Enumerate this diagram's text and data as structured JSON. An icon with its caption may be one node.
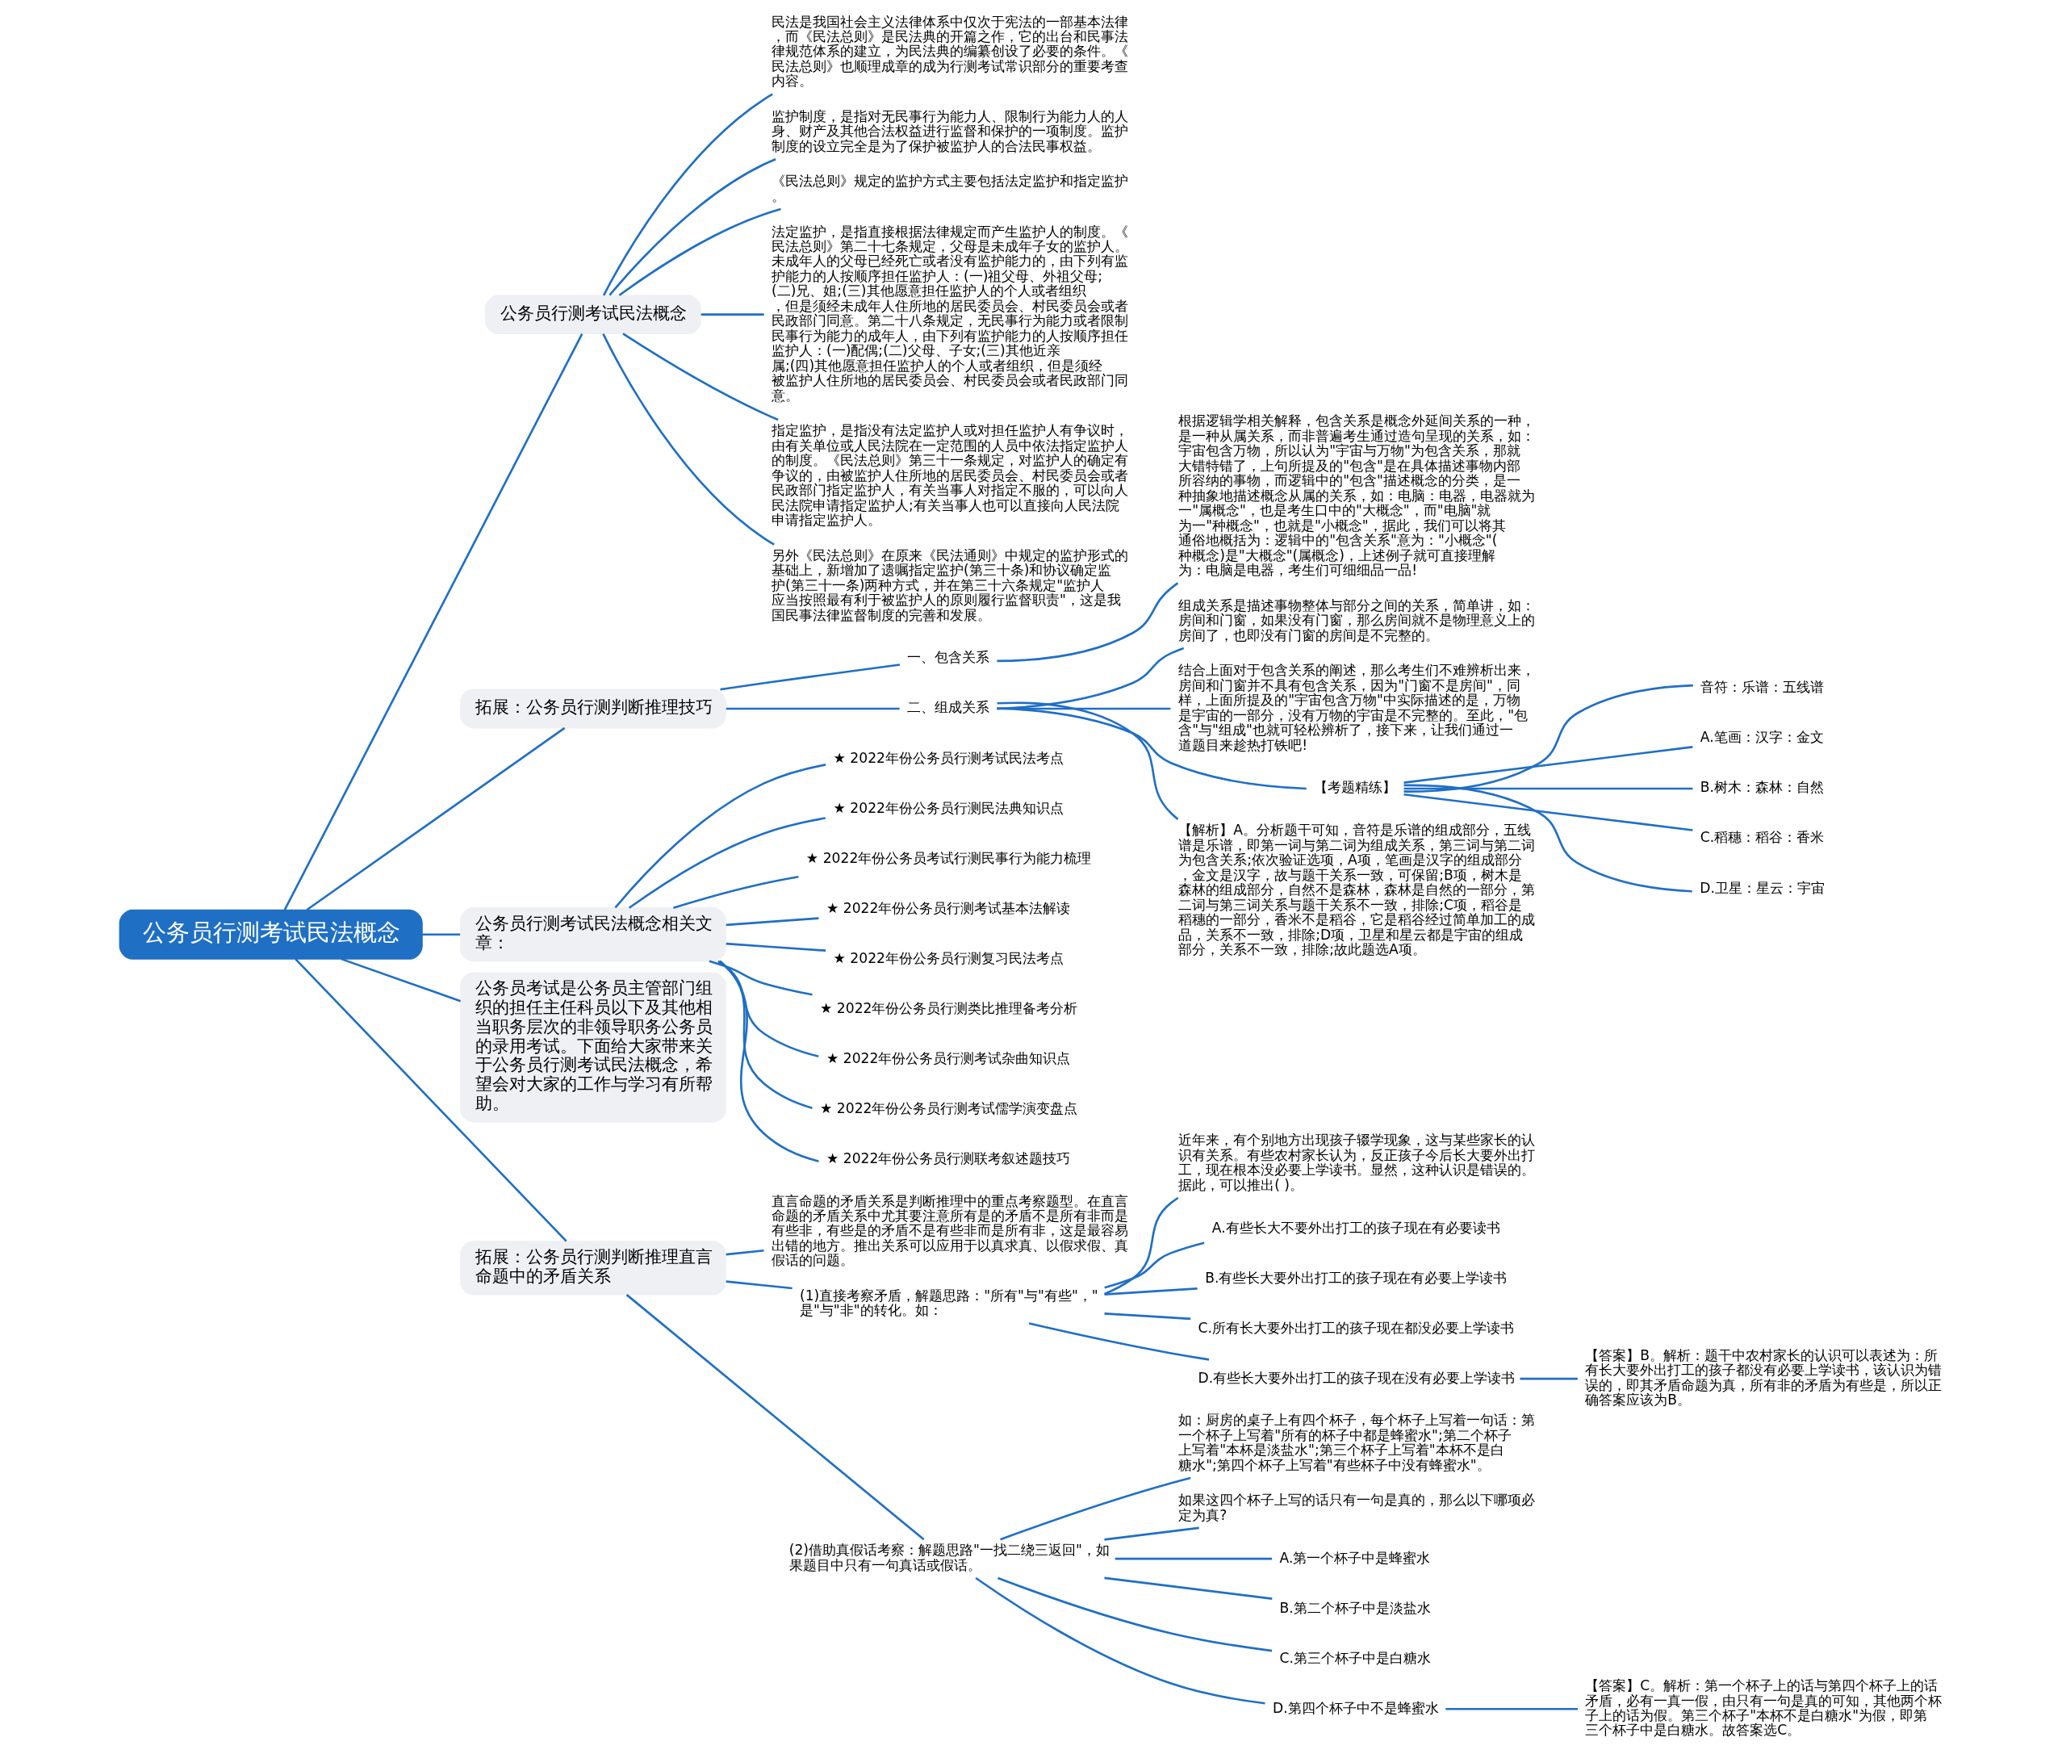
{
  "diagram": {
    "nodes": [
      {
        "text": [
          "公务员行测考试民法概念"
        ]
      },
      {
        "text": [
          "公务员行测考试民法概念"
        ]
      },
      {
        "text": [
          "民法是我国社会主义法律体系中仅次于宪法的一部基本法律，而《民法总则》是民法典的开篇之作，它的出台和民事法律规范体系的建立，为民法典的编纂创设了必要的条件。《民法总则》也顺理成章的成为行测考试常识部分的重要考查内容。"
        ]
      },
      {
        "text": [
          "监护制度，是指对无民事行为能力人、限制行为能力人的人身、财产及其他合法权益进行监督和保护的一项制度。监护制度的设立完全是为了保护被监护人的合法民事权益。"
        ]
      },
      {
        "text": [
          "《民法总则》规定的监护方式主要包括法定监护和指定监护。"
        ]
      },
      {
        "text": [
          "法定监护，是指直接根据法律规定而产生监护人的制度。《民法总则》第二十七条规定，父母是未成年子女的监护人。未成年人的父母已经死亡或者没有监护能力的，由下列有监护能力的人按顺序担任监护人：(一)祖父母、外祖父母;(二)兄、姐;(三)其他愿意担任监护人的个人或者组织，但是须经未成年人住所地的居民委员会、村民委员会或者民政部门同意。第二十八条规定，无民事行为能力或者限制民事行为能力的成年人，由下列有监护能力的人按顺序担任监护人：(一)配偶;(二)父母、子女;(三)其他近亲属;(四)其他愿意担任监护人的个人或者组织，但是须经被监护人住所地的居民委员会、村民委员会或者民政部门同意。"
        ]
      },
      {
        "text": [
          "指定监护，是指没有法定监护人或对担任监护人有争议时，由有关单位或人民法院在一定范围的人员中依法指定监护人的制度。《民法总则》第三十一条规定，对监护人的确定有争议的，由被监护人住所地的居民委员会、村民委员会或者民政部门指定监护人，有关当事人对指定不服的，可以向人民法院申请指定监护人;有关当事人也可以直接向人民法院申请指定监护人。"
        ]
      },
      {
        "text": [
          "另外《民法总则》在原来《民法通则》中规定的监护形式的基础上，新增加了遗嘱指定监护(第三十条)和协议确定监护(第三十一条)两种方式，并在第三十六条规定\"监护人应当按照最有利于被监护人的原则履行监督职责\"，这是我国民事法律监督制度的完善和发展。"
        ]
      },
      {
        "text": [
          "拓展：公务员行测判断推理技巧"
        ]
      },
      {
        "text": [
          "一、包含关系"
        ]
      },
      {
        "text": [
          "根据逻辑学相关解释，包含关系是概念外延间关系的一种，是一种从属关系，而非普遍考生通过造句呈现的关系，如：宇宙包含万物，所以认为\"宇宙与万物\"为包含关系，那就大错特错了，上句所提及的\"包含\"是在具体描述事物内部所容纳的事物，而逻辑中的\"包含\"描述概念的分类，是一种抽象地描述概念从属的关系，如：电脑：电器，电器就为一\"属概念\"，也是考生口中的\"大概念\"，而\"电脑\"就为一\"种概念\"，也就是\"小概念\"，据此，我们可以将其通俗地概括为：逻辑中的\"包含关系\"意为：\"小概念\"(种概念)是\"大概念\"(属概念)，上述例子就可直接理解为：电脑是电器，考生们可细细品一品!"
        ]
      },
      {
        "text": [
          "二、组成关系"
        ]
      },
      {
        "text": [
          "组成关系是描述事物整体与部分之间的关系，简单讲，如：房间和门窗，如果没有门窗，那么房间就不是物理意义上的房间了，也即没有门窗的房间是不完整的。"
        ]
      },
      {
        "text": [
          "结合上面对于包含关系的阐述，那么考生们不难辨析出来，房间和门窗并不具有包含关系，因为\"门窗不是房间\"，同样，上面所提及的\"宇宙包含万物\"中实际描述的是，万物是宇宙的一部分，没有万物的宇宙是不完整的。至此，\"包含\"与\"组成\"也就可轻松辨析了，接下来，让我们通过一道题目来趁热打铁吧!"
        ]
      },
      {
        "text": [
          "【考题精练】"
        ]
      },
      {
        "text": [
          "音符：乐谱：五线谱"
        ]
      },
      {
        "text": [
          "A.笔画：汉字：金文"
        ]
      },
      {
        "text": [
          "B.树木：森林：自然"
        ]
      },
      {
        "text": [
          "C.稻穗：稻谷：香米"
        ]
      },
      {
        "text": [
          "D.卫星：星云：宇宙"
        ]
      },
      {
        "text": [
          "【解析】A。分析题干可知，音符是乐谱的组成部分，五线谱是乐谱，即第一词与第二词为组成关系，第三词与第二词为包含关系;依次验证选项，A项，笔画是汉字的组成部分，金文是汉字，故与题干关系一致，可保留;B项，树木是森林的组成部分，自然不是森林，森林是自然的一部分，第二词与第三词关系与题干关系不一致，排除;C项，稻谷是稻穗的一部分，香米不是稻谷，它是稻谷经过简单加工的成品，关系不一致，排除;D项，卫星和星云都是宇宙的组成部分，关系不一致，排除;故此题选A项。"
        ]
      },
      {
        "text": [
          "公务员行测考试民法概念相关文章："
        ]
      },
      {
        "text": [
          "★ 2022年份公务员行测考试民法考点"
        ]
      },
      {
        "text": [
          "★ 2022年份公务员行测民法典知识点"
        ]
      },
      {
        "text": [
          "★ 2022年份公务员考试行测民事行为能力梳理"
        ]
      },
      {
        "text": [
          "★ 2022年份公务员行测考试基本法解读"
        ]
      },
      {
        "text": [
          "★ 2022年份公务员行测复习民法考点"
        ]
      },
      {
        "text": [
          "★ 2022年份公务员行测类比推理备考分析"
        ]
      },
      {
        "text": [
          "★ 2022年份公务员行测考试杂曲知识点"
        ]
      },
      {
        "text": [
          "★ 2022年份公务员行测考试儒学演变盘点"
        ]
      },
      {
        "text": [
          "★ 2022年份公务员行测联考叙述题技巧"
        ]
      },
      {
        "text": [
          "公务员考试是公务员主管部门组织的担任主任科员以下及其他相当职务层次的非领导职务公务员的录用考试。下面给大家带来关于公务员行测考试民法概念，希望会对大家的工作与学习有所帮助。"
        ]
      },
      {
        "text": [
          "拓展：公务员行测判断推理直言命题中的矛盾关系"
        ]
      },
      {
        "text": [
          "直言命题的矛盾关系是判断推理中的重点考察题型。在直言命题的矛盾关系中尤其要注意所有是的矛盾不是所有非而是有些非，有些是的矛盾不是有些非而是所有非，这是最容易出错的地方。推出关系可以应用于以真求真、以假求假、真假话的问题。"
        ]
      },
      {
        "text": [
          "(1)直接考察矛盾，解题思路：\"所有\"与\"有些\"，\"是\"与\"非\"的转化。如："
        ]
      },
      {
        "text": [
          "近年来，有个别地方出现孩子辍学现象，这与某些家长的认识有关系。有些农村家长认为，反正孩子今后长大要外出打工，现在根本没必要上学读书。显然，这种认识是错误的。据此，可以推出( )。"
        ]
      },
      {
        "text": [
          "A.有些长大不要外出打工的孩子现在有必要读书"
        ]
      },
      {
        "text": [
          "B.有些长大要外出打工的孩子现在有必要上学读书"
        ]
      },
      {
        "text": [
          "C.所有长大要外出打工的孩子现在都没必要上学读书"
        ]
      },
      {
        "text": [
          "D.有些长大要外出打工的孩子现在没有必要上学读书"
        ]
      },
      {
        "text": [
          "【答案】B。解析：题干中农村家长的认识可以表述为：所有长大要外出打工的孩子都没有必要上学读书，该认识为错误的，即其矛盾命题为真，所有非的矛盾为有些是，所以正确答案应该为B。"
        ]
      },
      {
        "text": [
          "(2)借助真假话考察：解题思路\"一找二绕三返回\"，如果题目中只有一句真话或假话。"
        ]
      },
      {
        "text": [
          "如：厨房的桌子上有四个杯子，每个杯子上写着一句话：第一个杯子上写着\"所有的杯子中都是蜂蜜水\";第二个杯子上写着\"本杯是淡盐水\";第三个杯子上写着\"本杯不是白糖水\";第四个杯子上写着\"有些杯子中没有蜂蜜水\"。"
        ]
      },
      {
        "text": [
          "如果这四个杯子上写的话只有一句是真的，那么以下哪项必定为真?"
        ]
      },
      {
        "text": [
          "A.第一个杯子中是蜂蜜水"
        ]
      },
      {
        "text": [
          "B.第二个杯子中是淡盐水"
        ]
      },
      {
        "text": [
          "C.第三个杯子中是白糖水"
        ]
      },
      {
        "text": [
          "D.第四个杯子中不是蜂蜜水"
        ]
      },
      {
        "text": [
          "【答案】C。解析：第一个杯子上的话与第四个杯子上的话矛盾，必有一真一假，由只有一句是真的可知，其他两个杯子上的话为假。第三个杯子\"本杯不是白糖水\"为假，即第三个杯子中是白糖水。故答案选C。"
        ]
      }
    ],
    "edges": [
      {
        "from": 0,
        "to": 1,
        "arrow": "none"
      },
      {
        "from": 1,
        "to": 2,
        "arrow": "none"
      },
      {
        "from": 1,
        "to": 3,
        "arrow": "none"
      },
      {
        "from": 1,
        "to": 4,
        "arrow": "none"
      },
      {
        "from": 1,
        "to": 5,
        "arrow": "none"
      },
      {
        "from": 1,
        "to": 6,
        "arrow": "none"
      },
      {
        "from": 1,
        "to": 7,
        "arrow": "none"
      },
      {
        "from": 0,
        "to": 8,
        "arrow": "none"
      },
      {
        "from": 8,
        "to": 9,
        "arrow": "none"
      },
      {
        "from": 9,
        "to": 10,
        "arrow": "none"
      },
      {
        "from": 8,
        "to": 11,
        "arrow": "none"
      },
      {
        "from": 11,
        "to": 12,
        "arrow": "none"
      },
      {
        "from": 11,
        "to": 13,
        "arrow": "none"
      },
      {
        "from": 11,
        "to": 14,
        "arrow": "none"
      },
      {
        "from": 14,
        "to": 15,
        "arrow": "none"
      },
      {
        "from": 14,
        "to": 16,
        "arrow": "none"
      },
      {
        "from": 14,
        "to": 17,
        "arrow": "none"
      },
      {
        "from": 14,
        "to": 18,
        "arrow": "none"
      },
      {
        "from": 14,
        "to": 19,
        "arrow": "none"
      },
      {
        "from": 11,
        "to": 20,
        "arrow": "none"
      },
      {
        "from": 0,
        "to": 21,
        "arrow": "none"
      },
      {
        "from": 21,
        "to": 22,
        "arrow": "none"
      },
      {
        "from": 21,
        "to": 23,
        "arrow": "none"
      },
      {
        "from": 21,
        "to": 24,
        "arrow": "none"
      },
      {
        "from": 21,
        "to": 25,
        "arrow": "none"
      },
      {
        "from": 21,
        "to": 26,
        "arrow": "none"
      },
      {
        "from": 21,
        "to": 27,
        "arrow": "none"
      },
      {
        "from": 21,
        "to": 28,
        "arrow": "none"
      },
      {
        "from": 21,
        "to": 29,
        "arrow": "none"
      },
      {
        "from": 21,
        "to": 30,
        "arrow": "none"
      },
      {
        "from": 0,
        "to": 31,
        "arrow": "none"
      },
      {
        "from": 0,
        "to": 32,
        "arrow": "none"
      },
      {
        "from": 32,
        "to": 33,
        "arrow": "none"
      },
      {
        "from": 32,
        "to": 34,
        "arrow": "none"
      },
      {
        "from": 34,
        "to": 35,
        "arrow": "none"
      },
      {
        "from": 34,
        "to": 36,
        "arrow": "none"
      },
      {
        "from": 34,
        "to": 37,
        "arrow": "none"
      },
      {
        "from": 34,
        "to": 38,
        "arrow": "none"
      },
      {
        "from": 34,
        "to": 39,
        "arrow": "none"
      },
      {
        "from": 39,
        "to": 40,
        "arrow": "none"
      },
      {
        "from": 32,
        "to": 41,
        "arrow": "none"
      },
      {
        "from": 41,
        "to": 42,
        "arrow": "none"
      },
      {
        "from": 41,
        "to": 43,
        "arrow": "none"
      },
      {
        "from": 41,
        "to": 44,
        "arrow": "none"
      },
      {
        "from": 41,
        "to": 45,
        "arrow": "none"
      },
      {
        "from": 41,
        "to": 46,
        "arrow": "none"
      },
      {
        "from": 41,
        "to": 47,
        "arrow": "none"
      },
      {
        "from": 47,
        "to": 48,
        "arrow": "none"
      }
    ]
  }
}
